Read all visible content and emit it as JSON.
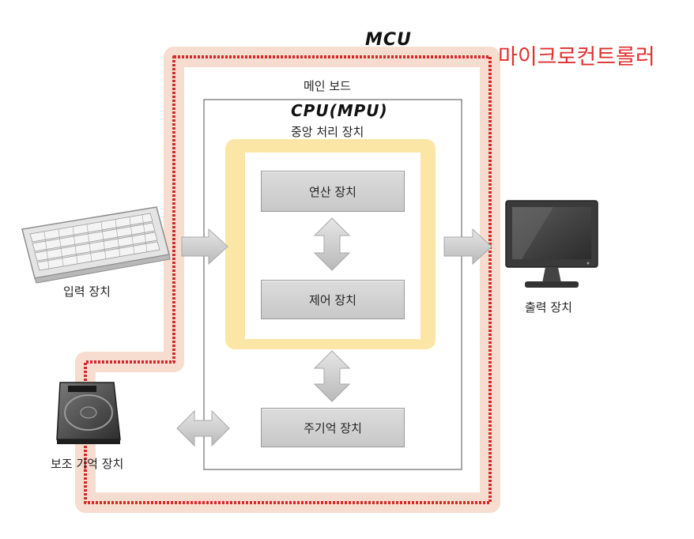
{
  "annotations": {
    "mcu_handwritten": "MCU",
    "cpu_handwritten": "CPU(MPU)",
    "microcontroller_label": "마이크로컨트롤러"
  },
  "diagram": {
    "main_board_label": "메인 보드",
    "cpu_label": "중앙 처리 장치",
    "alu_label": "연산 장치",
    "control_unit_label": "제어 장치",
    "main_memory_label": "주기억 장치",
    "input_device_label": "입력 장치",
    "output_device_label": "출력 장치",
    "secondary_storage_label": "보조 기억 장치"
  },
  "colors": {
    "mcu_outline": "#d42a2a",
    "mcu_glow": "#f6ddd0",
    "cpu_highlight": "#fbe6a6",
    "box_fill": "#d2d2d2",
    "arrow_fill": "#c9c9c9",
    "accent_text": "#e0302e"
  }
}
